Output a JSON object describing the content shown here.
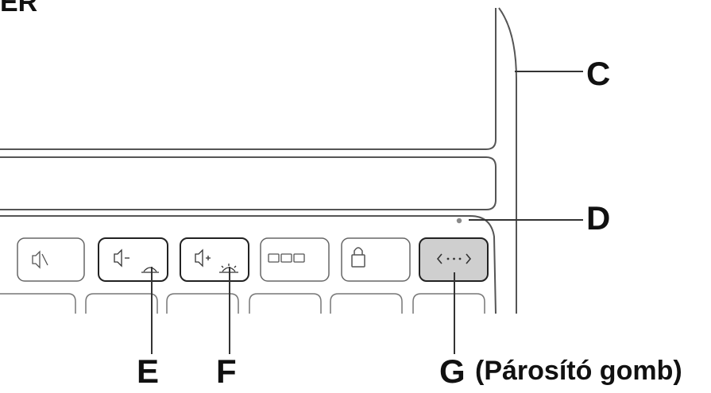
{
  "labels": {
    "heading_fragment": "ER",
    "c": "C",
    "d": "D",
    "e": "E",
    "f": "F",
    "g": "G",
    "g_note": "(Párosító gomb)"
  },
  "icons": {
    "key_1": "mute-icon",
    "key_2": "volume-down-backlight-down-icon",
    "key_3": "volume-up-backlight-up-icon",
    "key_4": "app-switch-icon",
    "key_5": "lock-icon",
    "key_6": "pairing-icon"
  },
  "colors": {
    "line": "#333333",
    "pairing_key_fill": "#cfcfcf",
    "text": "#111111"
  }
}
